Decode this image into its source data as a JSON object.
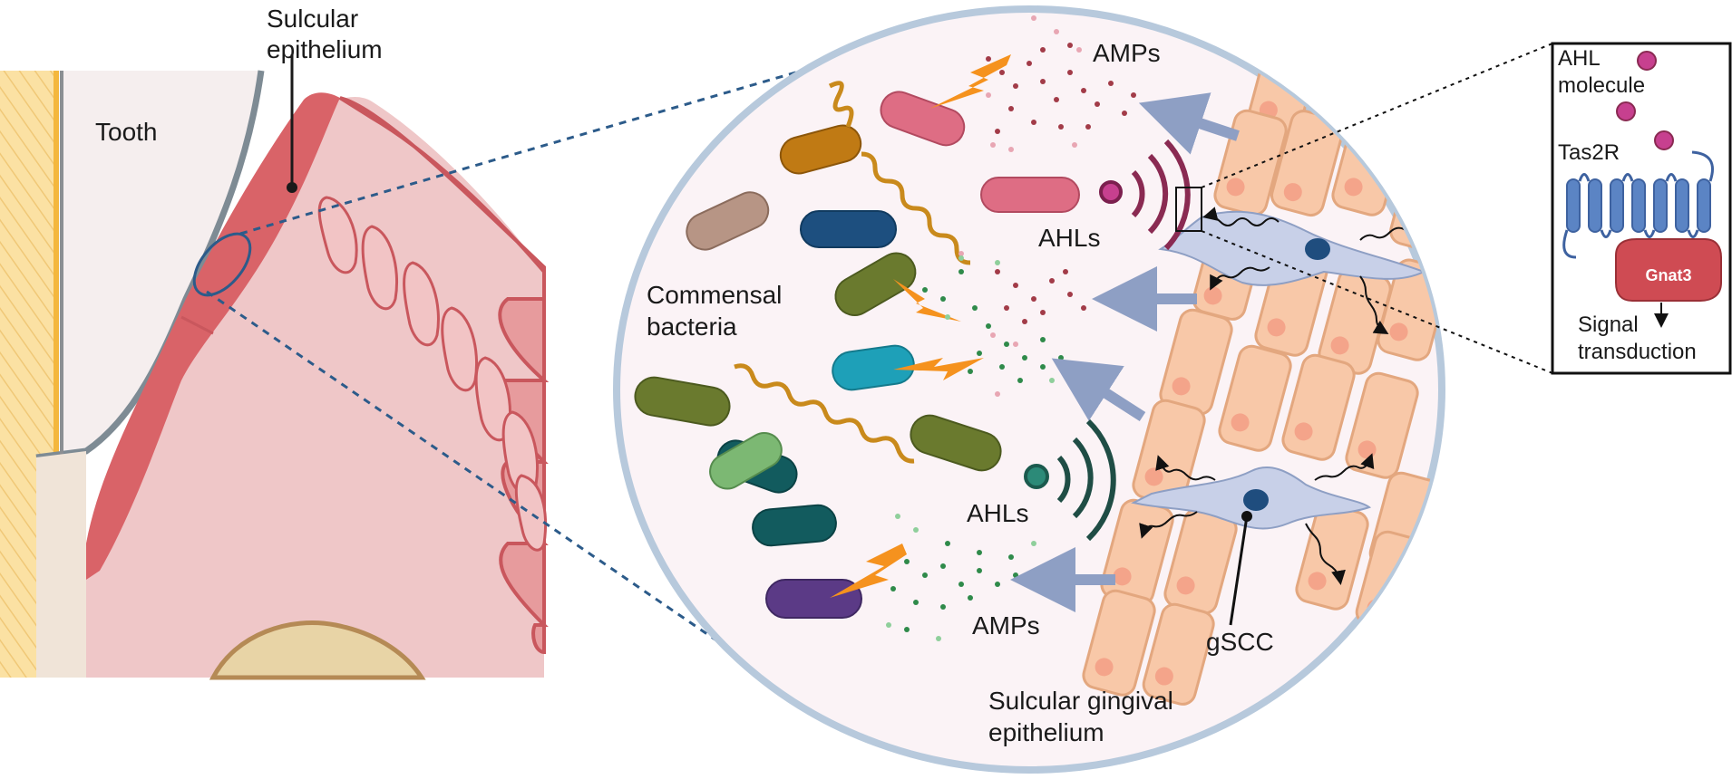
{
  "labels": {
    "tooth": "Tooth",
    "sulcular_epithelium_1": "Sulcular",
    "sulcular_epithelium_2": "epithelium",
    "amps_top": "AMPs",
    "amps_bottom": "AMPs",
    "ahls_top": "AHLs",
    "ahls_bottom": "AHLs",
    "commensal_1": "Commensal",
    "commensal_2": "bacteria",
    "gscc": "gSCC",
    "sulcular_gingival_1": "Sulcular gingival",
    "sulcular_gingival_2": "epithelium"
  },
  "inset": {
    "ahl_1": "AHL",
    "ahl_2": "molecule",
    "tas2r": "Tas2R",
    "gnat3": "Gnat3",
    "signal_1": "Signal",
    "signal_2": "transduction"
  },
  "colors": {
    "gingiva": "#e8a0a3",
    "gingiva_dark": "#c9575d",
    "tooth": "#f5eeee",
    "enamel_line": "#f7c35a",
    "circle_outline": "#b7c9dc",
    "circle_fill": "#fbf3f6",
    "cell_fill": "#f8c8a8",
    "cell_outline": "#e3a77f",
    "gscc": "#c8d0e8",
    "zoom_line": "#2c5b8a",
    "gnat3": "#cf4b53",
    "tas2r": "#5b84c4",
    "ahl": "#c7408f"
  }
}
